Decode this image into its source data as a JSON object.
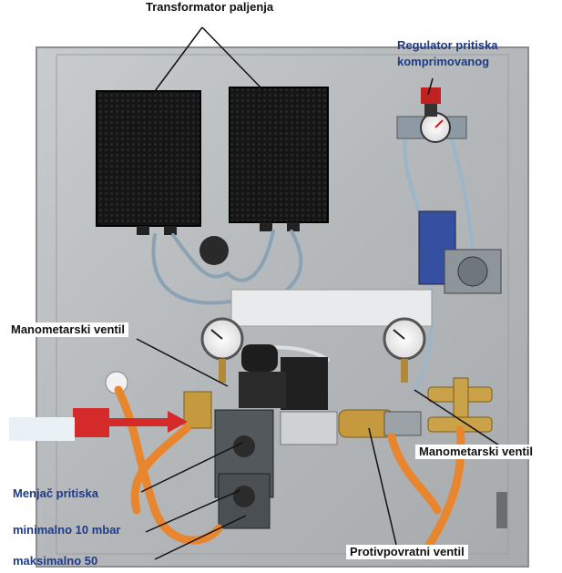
{
  "labels": {
    "transformer": "Transformator paljenja",
    "regulator_line1": "Regulator pritiska",
    "regulator_line2": "komprimovanog",
    "manometer_valve_left": "Manometarski ventil",
    "manometer_valve_right": "Manometarski ventil",
    "pressure_changer": "Menjač pritiska",
    "pressure_min": "minimalno 10 mbar",
    "pressure_max": "maksimalno 50",
    "check_valve": "Protivpovratni ventil"
  },
  "colors": {
    "panel": "#b9bcbe",
    "transformer_box": "#141414",
    "hose_orange": "#e8862f",
    "label_blue": "#1e3a8a",
    "arrow_red": "#d42a2a",
    "brass": "#c59a3e"
  },
  "icons": {
    "gauge": "pressure-gauge-icon",
    "arrow": "red-arrow-icon"
  }
}
